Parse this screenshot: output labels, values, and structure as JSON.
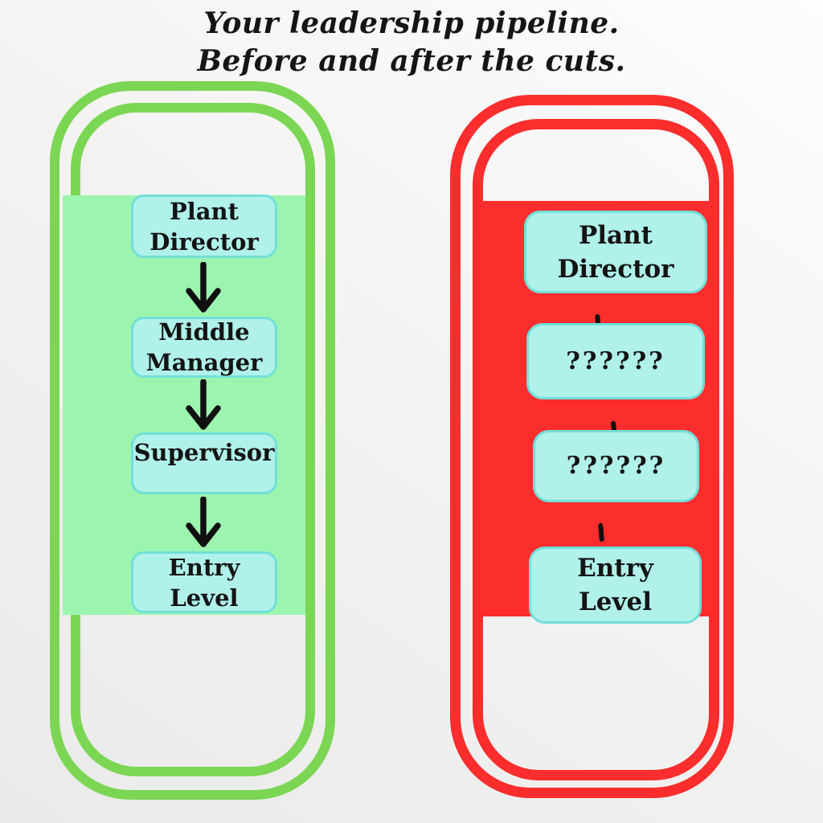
{
  "title": {
    "line1": "Your leadership pipeline.",
    "line2": "Before and after the cuts."
  },
  "colors": {
    "before_outline": "#7BD653",
    "before_fill": "#9CF5AE",
    "after_outline": "#FB2D2D",
    "after_fill": "#FB2D2D",
    "level_box_fill": "#B0F1EA",
    "level_box_border": "#72DFD8",
    "text": "#141414",
    "background": "#F1F1EF"
  },
  "before_pipeline": {
    "boxes": [
      "Plant\nDirector",
      "Middle\nManager",
      "Supervisor",
      "Entry\nLevel"
    ]
  },
  "after_pipeline": {
    "boxes": [
      "Plant\nDirector",
      "??????",
      "??????",
      "Entry\nLevel"
    ]
  }
}
